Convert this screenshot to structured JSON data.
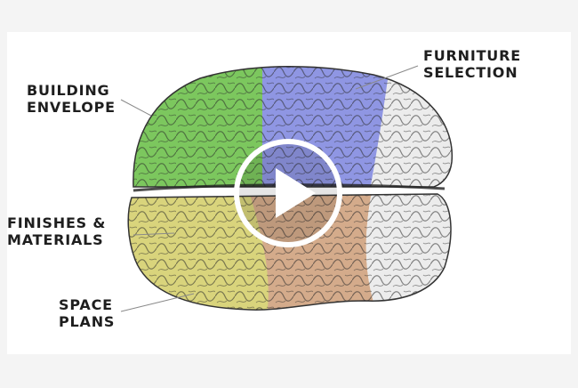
{
  "labels": {
    "building_envelope": "BUILDING\nENVELOPE",
    "furniture_selection": "FURNITURE\nSELECTION",
    "finishes_materials": "FINISHES &\nMATERIALS",
    "space_plans": "SPACE\nPLANS"
  },
  "colors": {
    "building_envelope": "#7cc75e",
    "furniture_selection": "#8f96e3",
    "finishes_materials": "#d9d47c",
    "space_plans": "#d4ab8b",
    "uncolored": "#ececec",
    "play_button": "#ffffff"
  },
  "icons": {
    "play": "play-icon"
  }
}
